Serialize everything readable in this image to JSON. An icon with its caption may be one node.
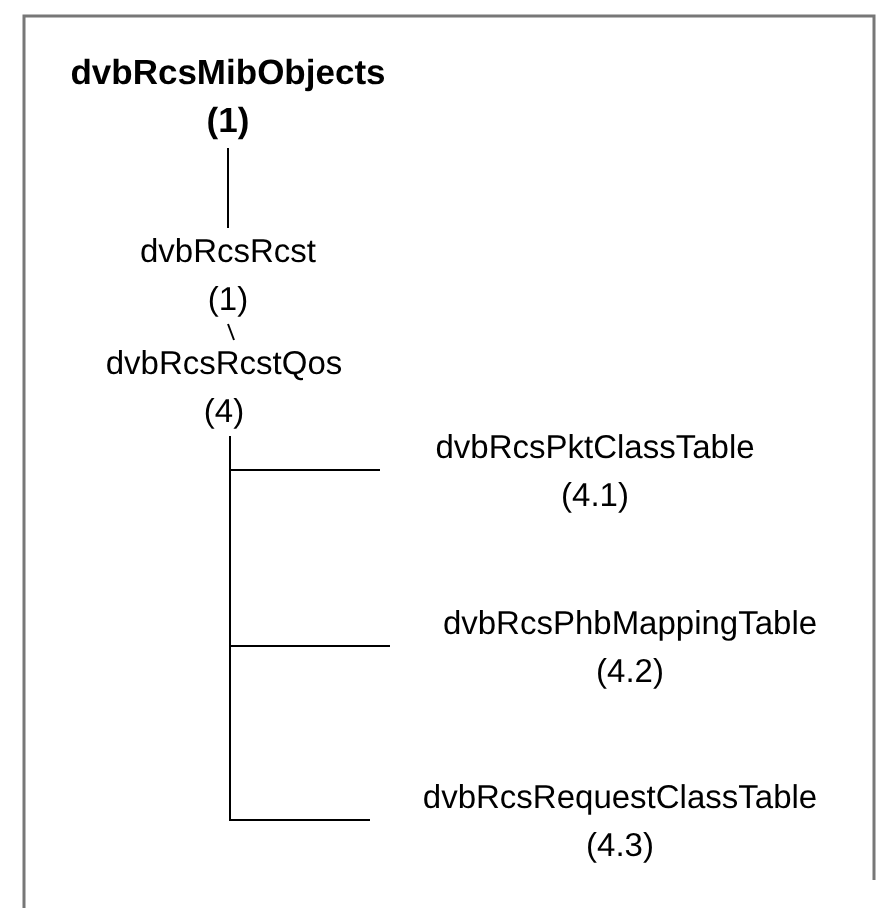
{
  "diagram": {
    "nodes": [
      {
        "text": [
          "dvbRcsMibObjects",
          "(1)"
        ]
      },
      {
        "text": [
          "dvbRcsRcst",
          "(1)"
        ]
      },
      {
        "text": [
          "dvbRcsRcstQos",
          "(4)"
        ]
      },
      {
        "text": [
          "dvbRcsPktClassTable",
          "(4.1)"
        ]
      },
      {
        "text": [
          "dvbRcsPhbMappingTable",
          "(4.2)"
        ]
      },
      {
        "text": [
          "dvbRcsRequestClassTable",
          "(4.3)"
        ]
      }
    ],
    "edges": [
      {
        "from": 0,
        "to": 1,
        "arrow": "none"
      },
      {
        "from": 1,
        "to": 2,
        "arrow": "none"
      },
      {
        "from": 2,
        "to": 3,
        "arrow": "none"
      },
      {
        "from": 2,
        "to": 4,
        "arrow": "none"
      },
      {
        "from": 2,
        "to": 5,
        "arrow": "none"
      }
    ]
  }
}
